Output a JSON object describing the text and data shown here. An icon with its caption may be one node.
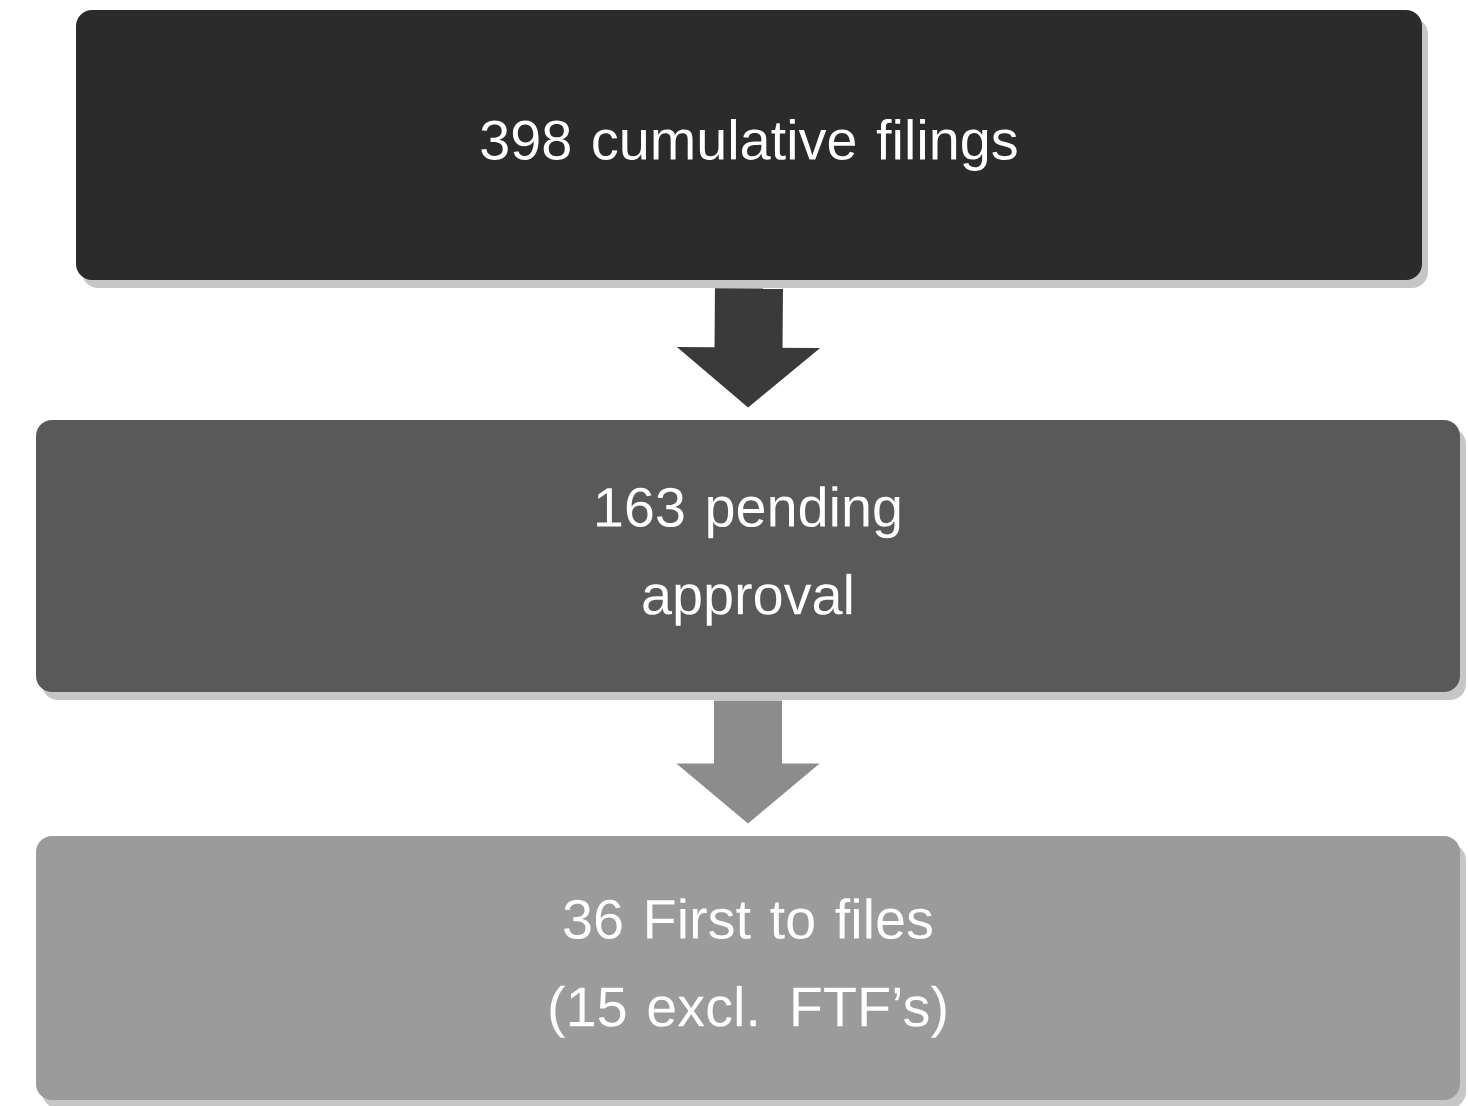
{
  "diagram": {
    "nodes": [
      {
        "text": [
          "398 cumulative filings"
        ]
      },
      {
        "text": [
          "163 pending approval"
        ]
      },
      {
        "text": [
          "36 First to files (15 excl. FTF’s)"
        ]
      }
    ],
    "edges": [
      {
        "from": 0,
        "to": 1,
        "arrow": "to",
        "color": "#3a3a3a"
      },
      {
        "from": 1,
        "to": 2,
        "arrow": "to",
        "color": "#8c8c8c"
      }
    ]
  }
}
